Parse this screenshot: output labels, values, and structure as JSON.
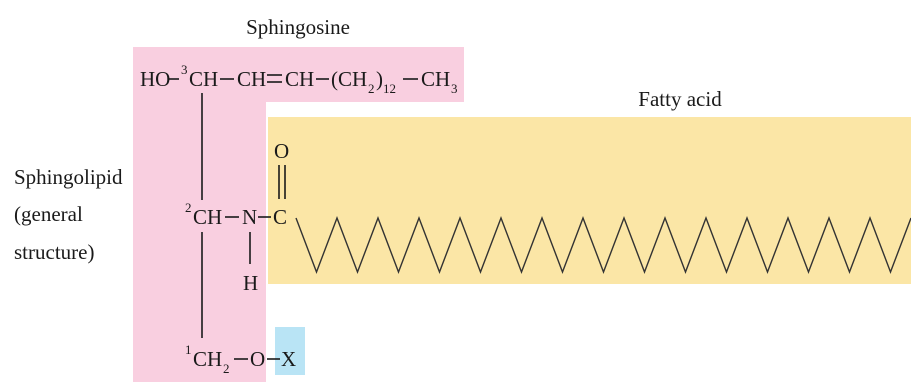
{
  "labels": {
    "sphingosine": "Sphingosine",
    "fatty_acid": "Fatty acid",
    "sphingolipid_line1": "Sphingolipid",
    "sphingolipid_line2": "(general",
    "sphingolipid_line3": "structure)"
  },
  "structure": {
    "row1": {
      "ho": "HO",
      "dash": "–",
      "locant3": "3",
      "ch": "CH",
      "ch_b": "CH",
      "eq": "=",
      "ch_c": "CH",
      "ch2_open": "(CH",
      "ch2_sub": "2",
      "ch2_close": ")",
      "repeat": "12",
      "ch3": "CH",
      "ch3_sub": "3"
    },
    "row2": {
      "locant2": "2",
      "ch": "CH",
      "n": "N",
      "c": "C",
      "o": "O",
      "h": "H"
    },
    "row3": {
      "locant1": "1",
      "ch2": "CH",
      "ch2_sub": "2",
      "o": "O",
      "x": "X"
    }
  },
  "colors": {
    "sphingosine_region": "#f9cfe0",
    "fatty_acid_region": "#fbe6a6",
    "x_group": "#b9e4f5"
  }
}
